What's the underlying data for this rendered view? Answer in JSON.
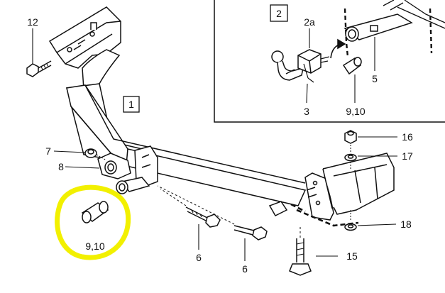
{
  "diagram": {
    "main_box_label": "1",
    "inset_box_label": "2",
    "labels": {
      "twelve": "12",
      "seven": "7",
      "eight": "8",
      "nine_ten_left": "9,10",
      "six_a": "6",
      "six_b": "6",
      "fifteen": "15",
      "sixteen": "16",
      "seventeen": "17",
      "eighteen": "18",
      "inset_2a": "2a",
      "inset_3": "3",
      "inset_5": "5",
      "inset_9_10": "9,10"
    },
    "highlight_color": "#f2f000",
    "line_color": "#111111"
  }
}
